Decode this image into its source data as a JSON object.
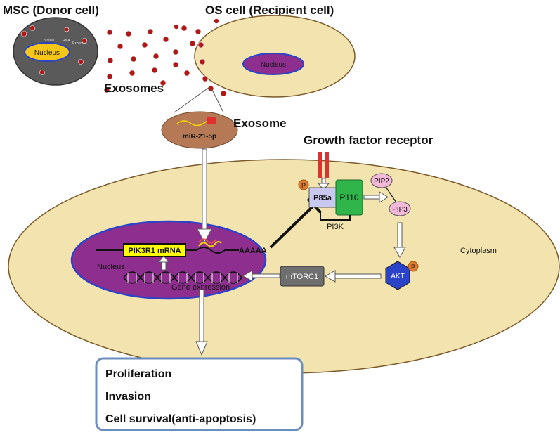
{
  "labels": {
    "msc_title": "MSC (Donor cell)",
    "os_title": "OS cell (Recipient cell)",
    "msc_nucleus": "Nucleus",
    "msc_tiny1": "protein",
    "msc_tiny2": "RNA",
    "msc_tiny3": "Exosome",
    "os_nucleus": "Nucleus",
    "exosomes": "Exosomes",
    "exosome": "Exosome",
    "mirna": "miR-21-5p",
    "growth_factor": "Growth factor receptor",
    "p_badge": "P",
    "p85": "P85a",
    "p110": "P110",
    "pi3k": "PI3K",
    "pip2": "PIP2",
    "pip3": "PIP3",
    "akt": "AKT",
    "akt_p": "P",
    "mtorc1": "mTORC1",
    "cytoplasm": "Cytoplasm",
    "nucleus": "Nucleus",
    "mrna": "PIK3R1 mRNA",
    "polya": "AAAAA",
    "gene_expression": "Gene expression"
  },
  "outcomes": [
    "Proliferation",
    "Invasion",
    "Cell survival(anti-apoptosis)"
  ],
  "colors": {
    "cell_fill": "#f3e3ae",
    "cell_stroke": "#7a5a2a",
    "nucleus_fill": "#8e2f8f",
    "nucleus_stroke": "#2a43c8",
    "msc_fill": "#5a5a5a",
    "msc_nucleus_fill": "#f5c518",
    "exosome_dot": "#b01818",
    "exosome_body": "#b57a55",
    "receptor": "#e03030",
    "p110": "#2fb54a",
    "p85": "#c8c8f0",
    "pip": "#f4b8d8",
    "akt": "#2a43c8",
    "badge": "#e07a30",
    "mtorc1": "#6e6e6e",
    "mrna_box": "#ffff00",
    "outcome_border": "#6a8fbf"
  }
}
